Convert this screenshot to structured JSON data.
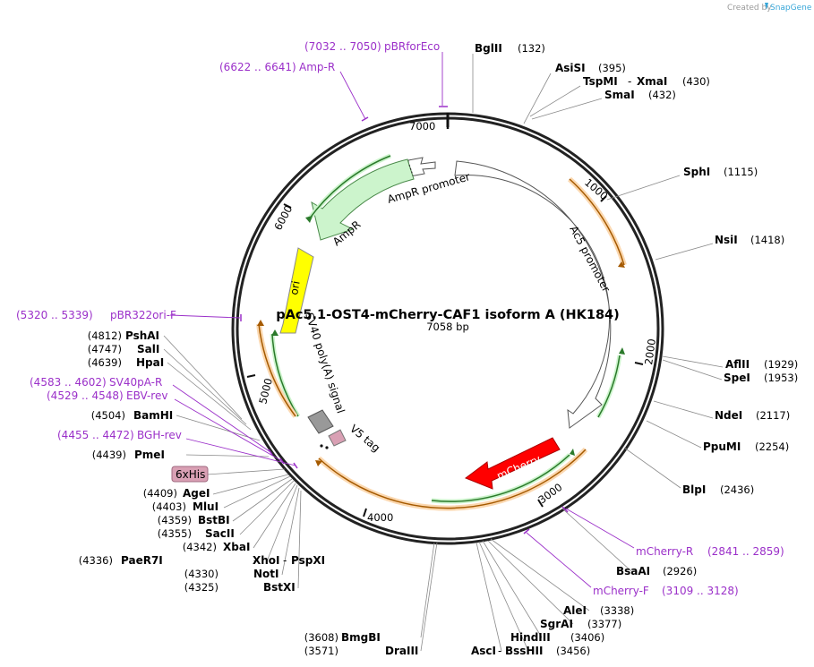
{
  "credit": {
    "prefix": "Created by",
    "brand": "SnapGene"
  },
  "title": "pAc5.1-OST4-mCherry-CAF1 isoform A (HK184)",
  "length": "7058 bp",
  "ring_ticks": [
    "7000",
    "6000",
    "5000",
    "4000",
    "3000",
    "2000",
    "1000"
  ],
  "features": {
    "ampr_promoter": "AmpR promoter",
    "ampr": "AmpR",
    "ac5_promoter": "Ac5 promoter",
    "ori": "ori",
    "sv40_polya": "SV40 poly(A) signal",
    "v5_tag": "V5 tag",
    "mcherry": "mCherry",
    "his6": "6xHis"
  },
  "colors": {
    "enzyme": "#000000",
    "primer": "#9b30c9",
    "ampr": "#ccf4cc",
    "ori": "#ffff00",
    "mcherry": "#ff0000",
    "orf": "#fbd8b0",
    "tag": "#d9a0b4"
  },
  "enzymes_right": [
    {
      "name": "BglII",
      "pos": "(132)"
    },
    {
      "name": "AsiSI",
      "pos": "(395)"
    },
    {
      "name": "TspMI",
      "name2": "XmaI",
      "pos": "(430)"
    },
    {
      "name": "SmaI",
      "pos": "(432)"
    },
    {
      "name": "SphI",
      "pos": "(1115)"
    },
    {
      "name": "NsiI",
      "pos": "(1418)"
    },
    {
      "name": "AflII",
      "pos": "(1929)"
    },
    {
      "name": "SpeI",
      "pos": "(1953)"
    },
    {
      "name": "NdeI",
      "pos": "(2117)"
    },
    {
      "name": "PpuMI",
      "pos": "(2254)"
    },
    {
      "name": "BlpI",
      "pos": "(2436)"
    },
    {
      "name": "BsaAI",
      "pos": "(2926)"
    },
    {
      "name": "AleI",
      "pos": "(3338)"
    },
    {
      "name": "SgrAI",
      "pos": "(3377)"
    },
    {
      "name": "HindIII",
      "pos": "(3406)"
    },
    {
      "name": "AscI",
      "name2": "BssHII",
      "pos": "(3456)"
    }
  ],
  "enzymes_left": [
    {
      "name": "BmgBI",
      "pos": "(3608)"
    },
    {
      "name": "DraIII",
      "pos": "(3571)"
    },
    {
      "name": "PshAI",
      "pos": "(4812)"
    },
    {
      "name": "SalI",
      "pos": "(4747)"
    },
    {
      "name": "HpaI",
      "pos": "(4639)"
    },
    {
      "name": "BamHI",
      "pos": "(4504)"
    },
    {
      "name": "PmeI",
      "pos": "(4439)"
    },
    {
      "name": "AgeI",
      "pos": "(4409)"
    },
    {
      "name": "MluI",
      "pos": "(4403)"
    },
    {
      "name": "BstBI",
      "pos": "(4359)"
    },
    {
      "name": "SacII",
      "pos": "(4355)"
    },
    {
      "name": "XbaI",
      "pos": "(4342)"
    },
    {
      "name": "PaeR7I",
      "name2": "PspXI",
      "name3": "XhoI",
      "pos": "(4336)"
    },
    {
      "name": "NotI",
      "pos": "(4330)"
    },
    {
      "name": "BstXI",
      "pos": "(4325)"
    }
  ],
  "primers": [
    {
      "name": "pBRforEco",
      "range": "(7032 .. 7050)"
    },
    {
      "name": "Amp-R",
      "range": "(6622 .. 6641)"
    },
    {
      "name": "pBR322ori-F",
      "range": "(5320 .. 5339)"
    },
    {
      "name": "SV40pA-R",
      "range": "(4583 .. 4602)"
    },
    {
      "name": "EBV-rev",
      "range": "(4529 .. 4548)"
    },
    {
      "name": "BGH-rev",
      "range": "(4455 .. 4472)"
    },
    {
      "name": "mCherry-R",
      "range": "(2841 .. 2859)"
    },
    {
      "name": "mCherry-F",
      "range": "(3109 .. 3128)"
    }
  ]
}
